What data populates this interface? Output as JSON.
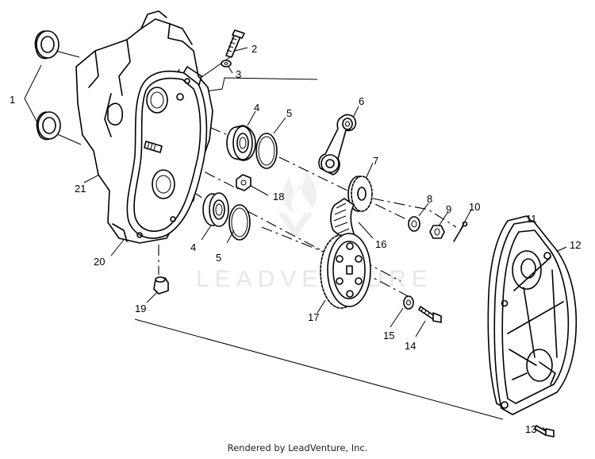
{
  "callouts": [
    "1",
    "2",
    "3",
    "4",
    "5",
    "6",
    "7",
    "8",
    "9",
    "10",
    "11",
    "12",
    "13",
    "14",
    "15",
    "16",
    "17",
    "18",
    "19",
    "20",
    "21"
  ],
  "callouts_second": {
    "four_b": "4",
    "five_b": "5"
  },
  "watermark": "LEADVENTURE",
  "footer": "Rendered by LeadVenture, Inc."
}
